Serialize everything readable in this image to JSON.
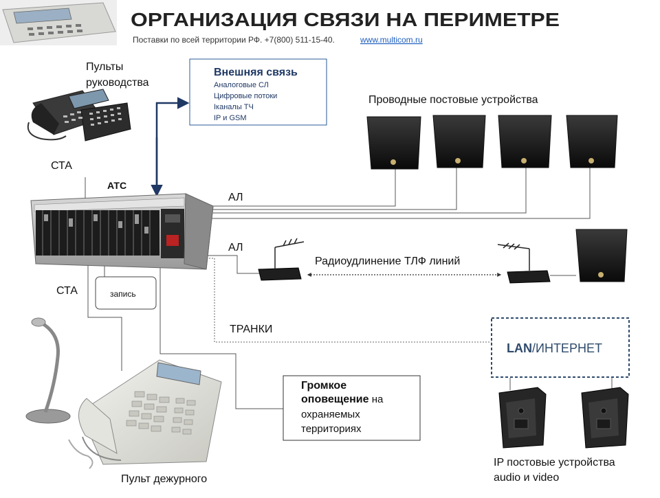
{
  "header": {
    "title": "ОРГАНИЗАЦИЯ СВЯЗИ НА ПЕРИМЕТРЕ",
    "subtitle": "Поставки  по всей территории  РФ. +7(800) 511-15-40.",
    "link": "www.multicom.ru"
  },
  "labels": {
    "manager_panels_line1": "Пульты",
    "manager_panels_line2": "руководства",
    "sta_top": "СТА",
    "ats": "АТС",
    "al_wired": "АЛ",
    "al_radio": "АЛ",
    "sta_bottom": "СТА",
    "recording": "запись",
    "trunks": "ТРАНКИ",
    "wired_devices": "Проводные постовые устройства",
    "radio_extension": "Радиоудлинение  ТЛФ линий",
    "duty_console": "Пульт дежурного",
    "ip_devices_line1": "IP постовые устройства",
    "ip_devices_line2": "audio и video"
  },
  "external_box": {
    "title": "Внешняя связь",
    "items": [
      "Аналоговые  СЛ",
      "Цифровые  потоки",
      "Iканалы  ТЧ",
      "IP и GSM"
    ]
  },
  "paging_box": {
    "line1": "Громкое",
    "line2_bold": "оповещение",
    "line2_rest": " на",
    "line3": "охраняемых",
    "line4": "территориях"
  },
  "lan_box": {
    "lan": "LAN",
    "rest": "/ИНТЕРНЕТ"
  },
  "colors": {
    "accent_navy": "#1f3864",
    "link_blue": "#1f5fbf",
    "lan_border": "#2e4a6b",
    "ext_border": "#2a5a9a"
  }
}
